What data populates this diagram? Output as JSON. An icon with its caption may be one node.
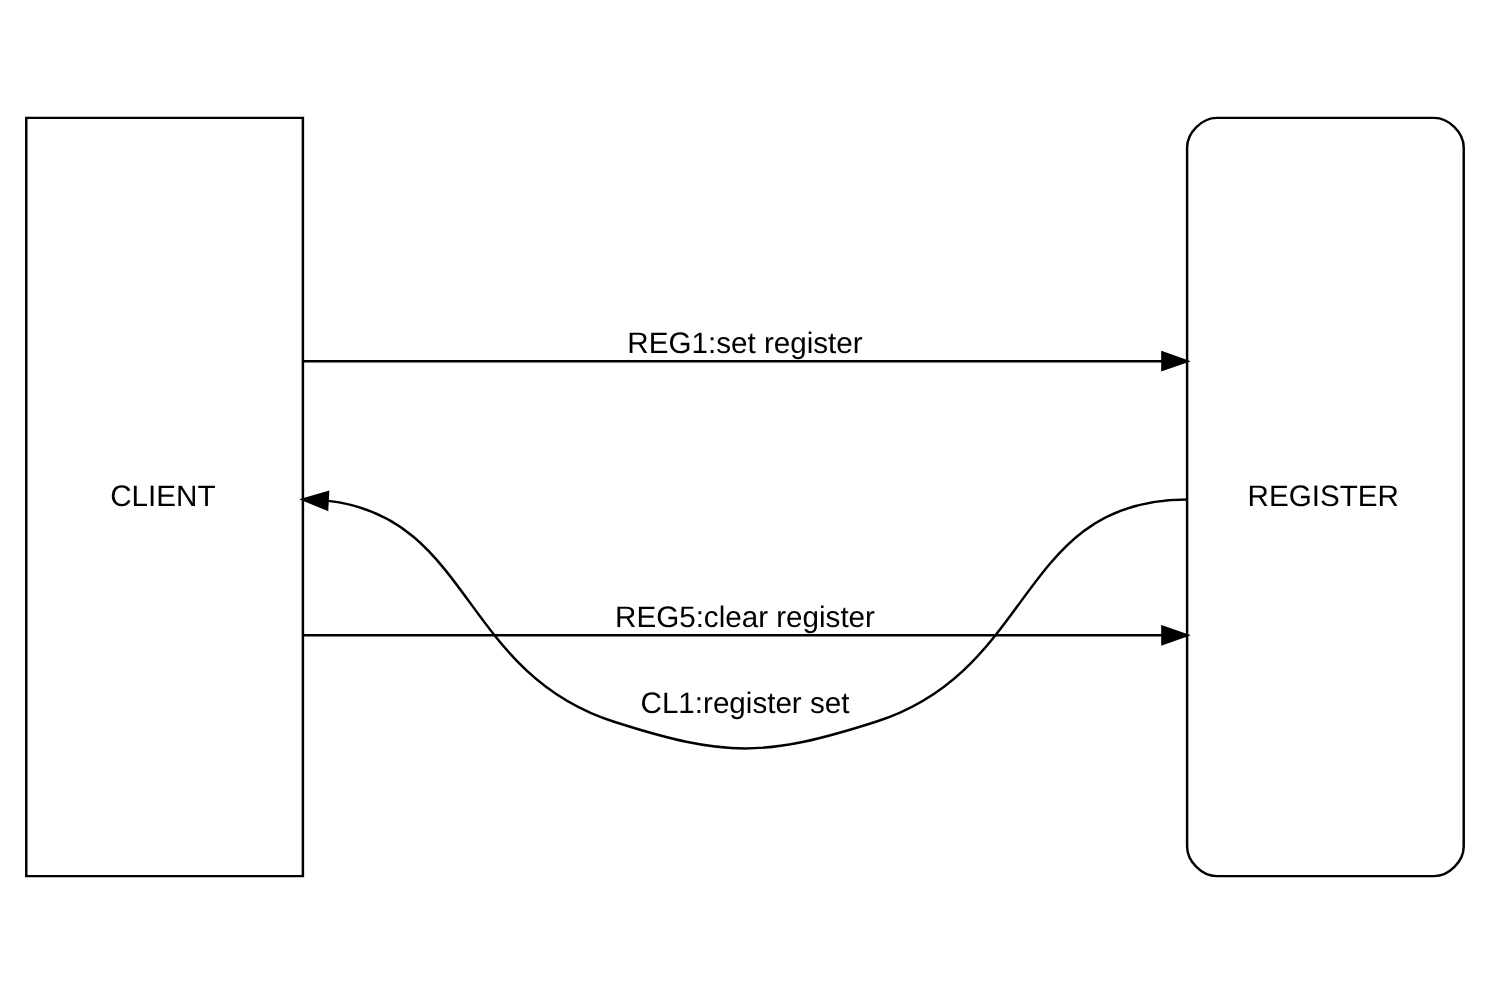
{
  "diagram": {
    "nodes": [
      {
        "text": [
          "CLIENT"
        ]
      },
      {
        "text": [
          "REGISTER"
        ]
      }
    ],
    "edges": [
      {
        "from": 0,
        "to": 1,
        "arrow": "to",
        "label": "REG1:set register"
      },
      {
        "from": 1,
        "to": 0,
        "arrow": "to",
        "label": "CL1:register set"
      },
      {
        "from": 0,
        "to": 1,
        "arrow": "to",
        "label": "REG5:clear register"
      }
    ]
  }
}
